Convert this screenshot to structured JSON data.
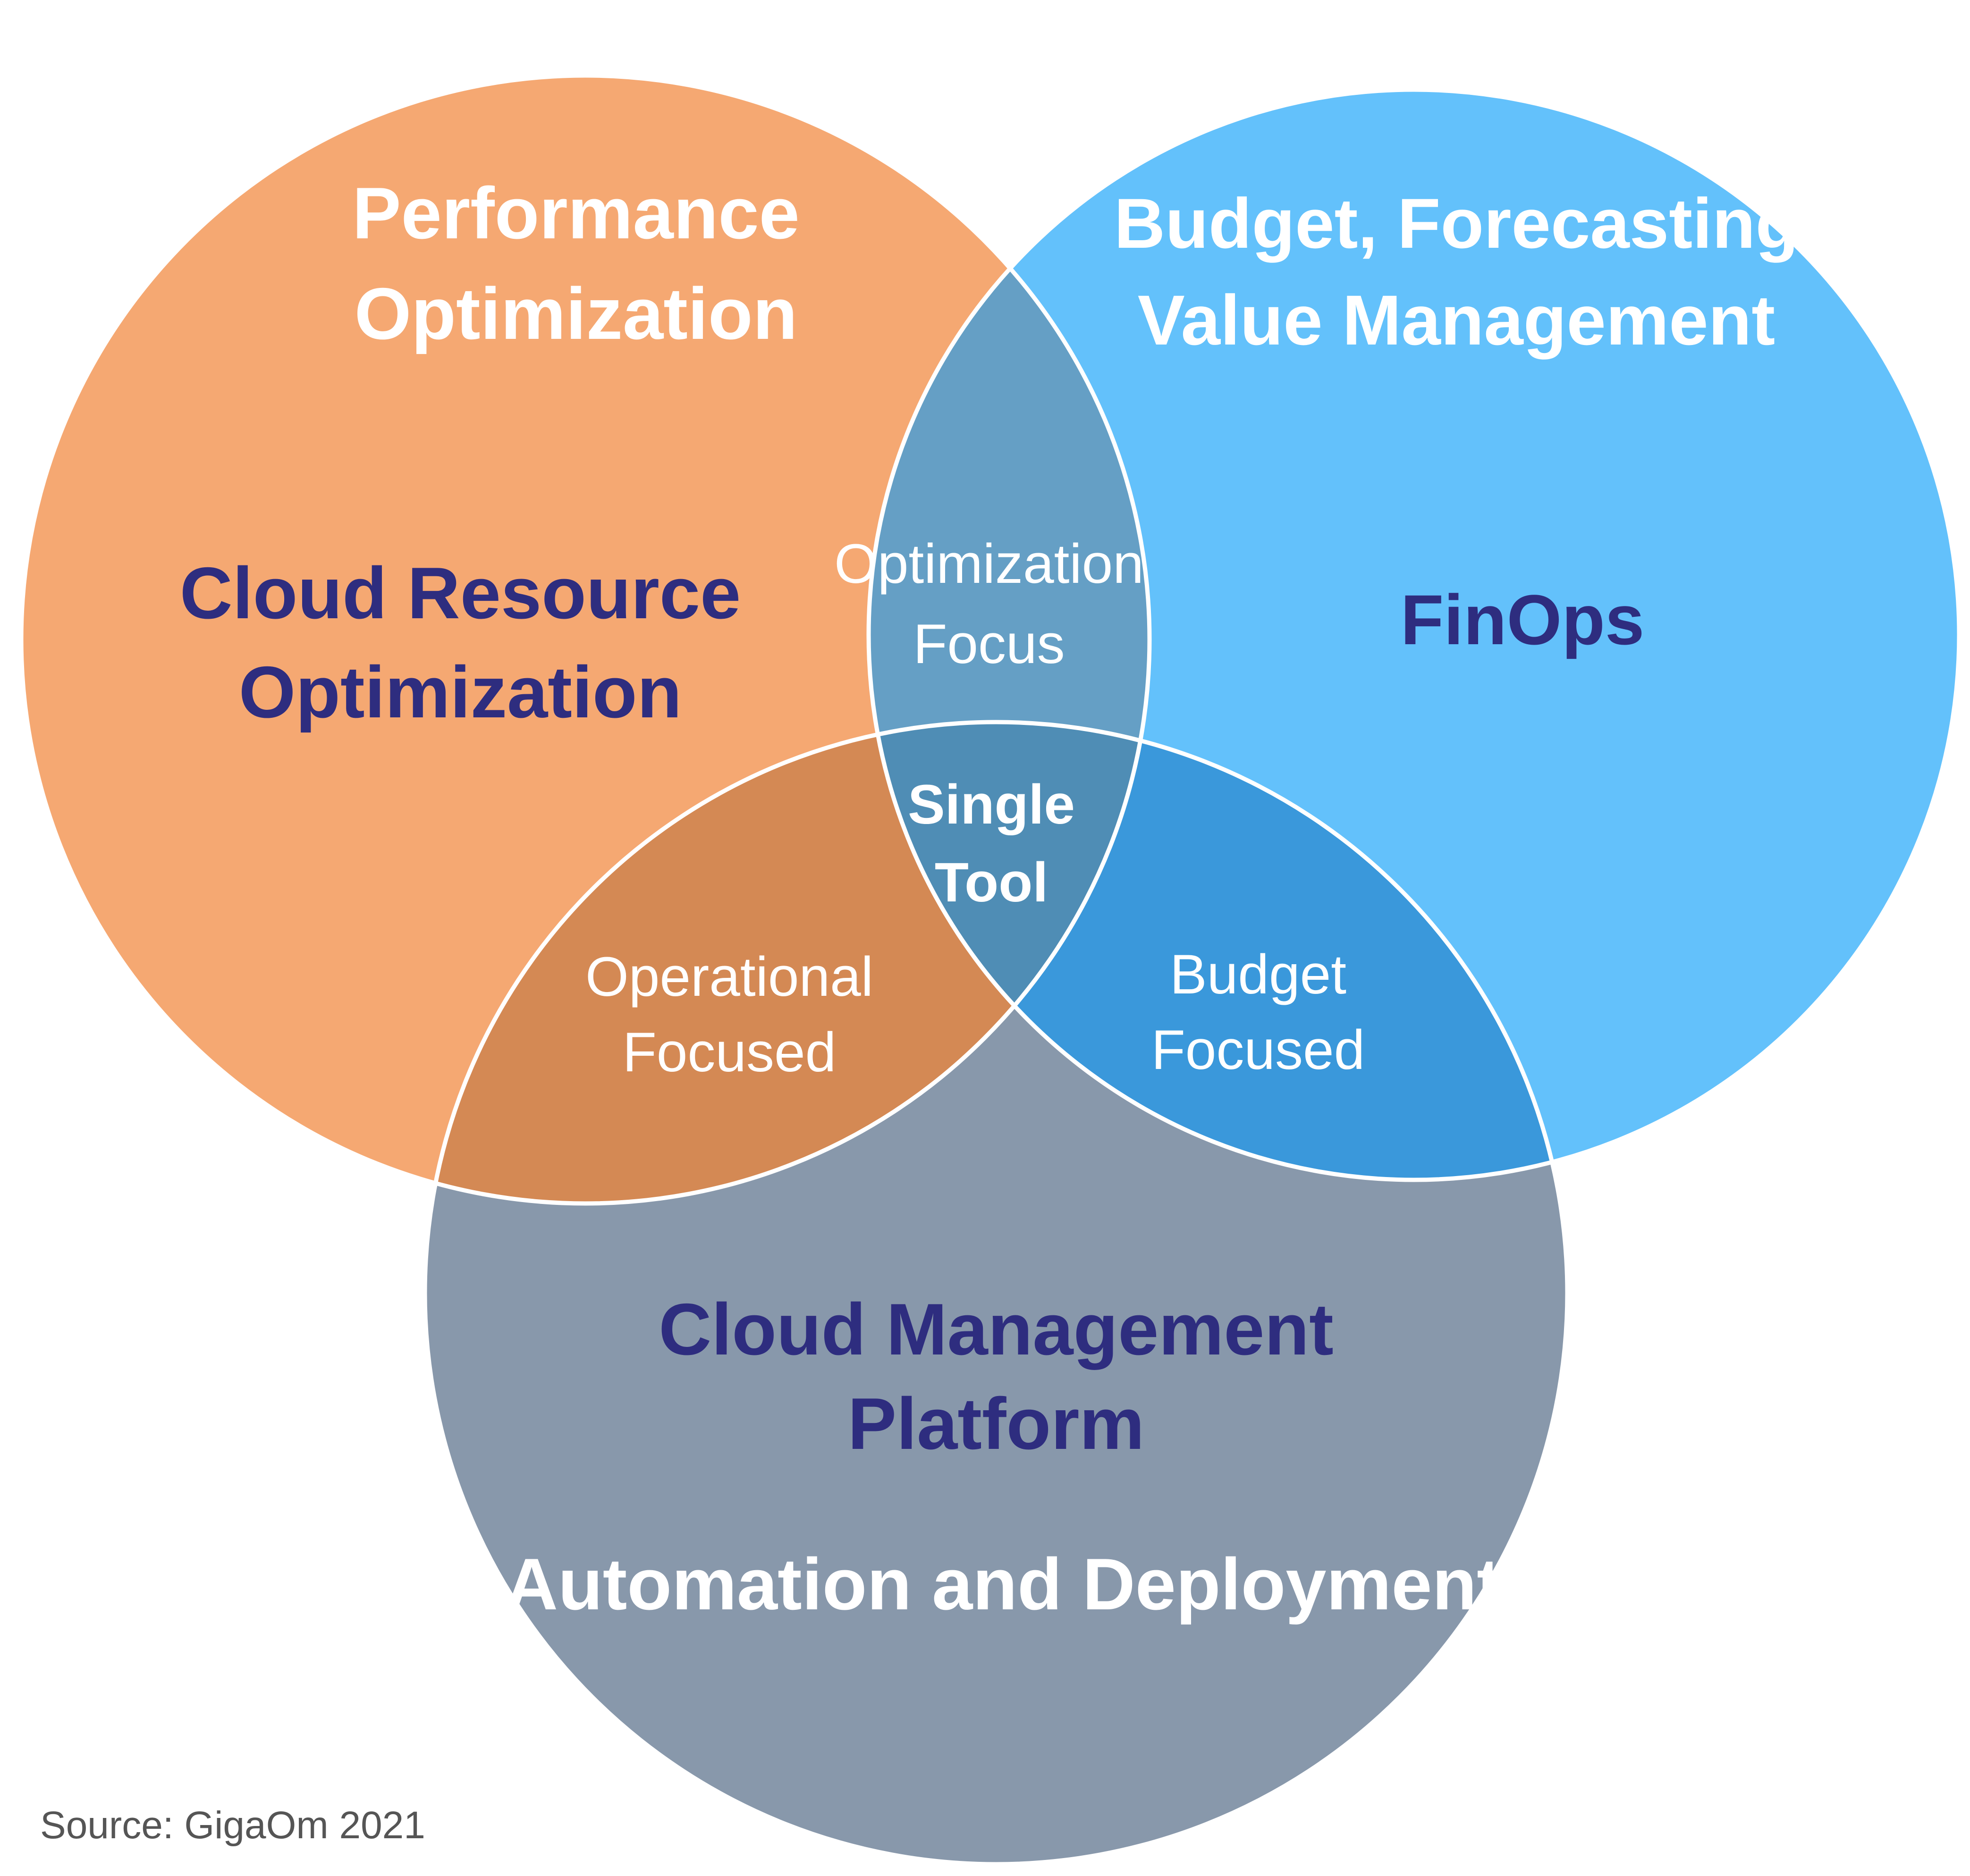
{
  "colors": {
    "orange": "#F5A872",
    "blue": "#63C1FB",
    "gray": "#8898AB",
    "orange_blue": "#659FC5",
    "orange_gray": "#D48954",
    "blue_gray": "#3A98DB",
    "center": "#4F8DB5",
    "outline": "#FFFFFF",
    "white_text": "#FFFFFF",
    "navy_text": "#2E2D7F",
    "source_text": "#555555"
  },
  "circles": {
    "left": {
      "header_line1": "Performance",
      "header_line2": "Optimization",
      "name_line1": "Cloud Resource",
      "name_line2": "Optimization"
    },
    "right": {
      "header_line1": "Budget, Forecasting",
      "header_line2": "Value Management",
      "name": "FinOps"
    },
    "bottom": {
      "name_line1": "Cloud Management",
      "name_line2": "Platform",
      "subtitle": "Automation and Deployment"
    }
  },
  "overlaps": {
    "left_right_line1": "Optimization",
    "left_right_line2": "Focus",
    "left_bottom_line1": "Operational",
    "left_bottom_line2": "Focused",
    "right_bottom_line1": "Budget",
    "right_bottom_line2": "Focused",
    "center_line1": "Single",
    "center_line2": "Tool"
  },
  "source": "Source: GigaOm 2021"
}
